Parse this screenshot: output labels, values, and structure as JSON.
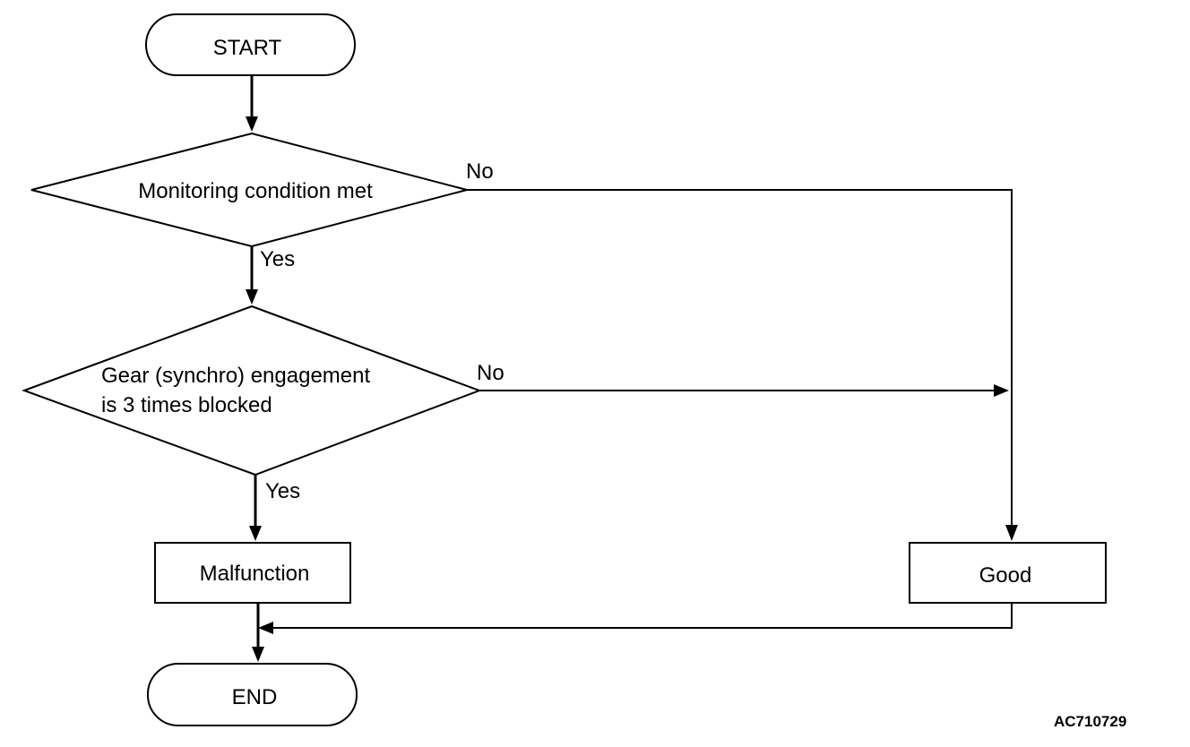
{
  "flowchart": {
    "start": {
      "label": "START"
    },
    "decision_1": {
      "label": "Monitoring condition met",
      "yes_label": "Yes",
      "no_label": "No"
    },
    "decision_2": {
      "lines": [
        "Gear (synchro) engagement",
        "is 3 times blocked"
      ],
      "yes_label": "Yes",
      "no_label": "No"
    },
    "malfunction": {
      "label": "Malfunction"
    },
    "good": {
      "label": "Good"
    },
    "end": {
      "label": "END"
    }
  },
  "figure_id": "AC710729"
}
